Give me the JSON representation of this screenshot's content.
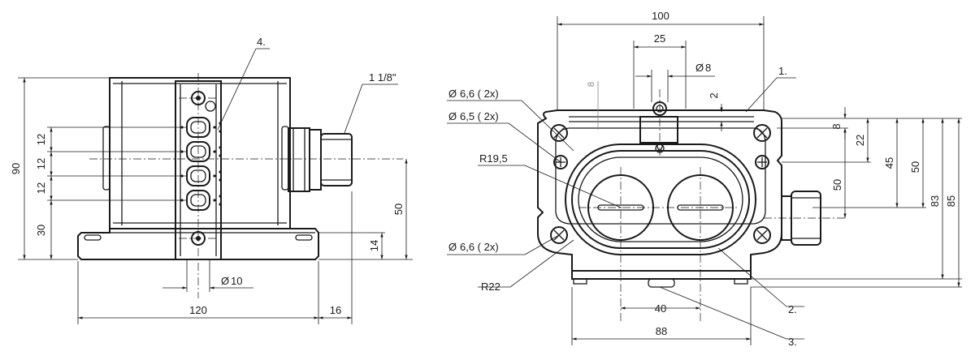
{
  "front_view": {
    "dimensions": {
      "overall_height": "90",
      "pitch_1": "12",
      "pitch_2": "12",
      "pitch_3": "12",
      "base_height": "30",
      "axis_height": "50",
      "flange_height": "14",
      "width": "120",
      "conduit_length": "16",
      "button_diameter": "10",
      "thread": "1 1/8\""
    },
    "callouts": {
      "item_4": "4."
    }
  },
  "side_view": {
    "dimensions": {
      "overall_width": "100",
      "spacing_top": "25",
      "pin_diameter": "8",
      "dim_8_grey": "8",
      "dim_2": "2",
      "height_8": "8",
      "height_22": "22",
      "height_45": "45",
      "height_50_inner": "50",
      "height_50_outer": "50",
      "height_83": "83",
      "height_85": "85",
      "hole_d66_top": "6,6 ( 2x)",
      "hole_d65": "6,5 ( 2x)",
      "hole_d66_bottom": "6,6 ( 2x)",
      "radius_19_5": "R19,5",
      "radius_22": "R22",
      "button_spacing": "40",
      "base_width": "88"
    },
    "callouts": {
      "item_1": "1.",
      "item_2": "2.",
      "item_3": "3."
    }
  },
  "symbols": {
    "diameter": "Ø"
  }
}
